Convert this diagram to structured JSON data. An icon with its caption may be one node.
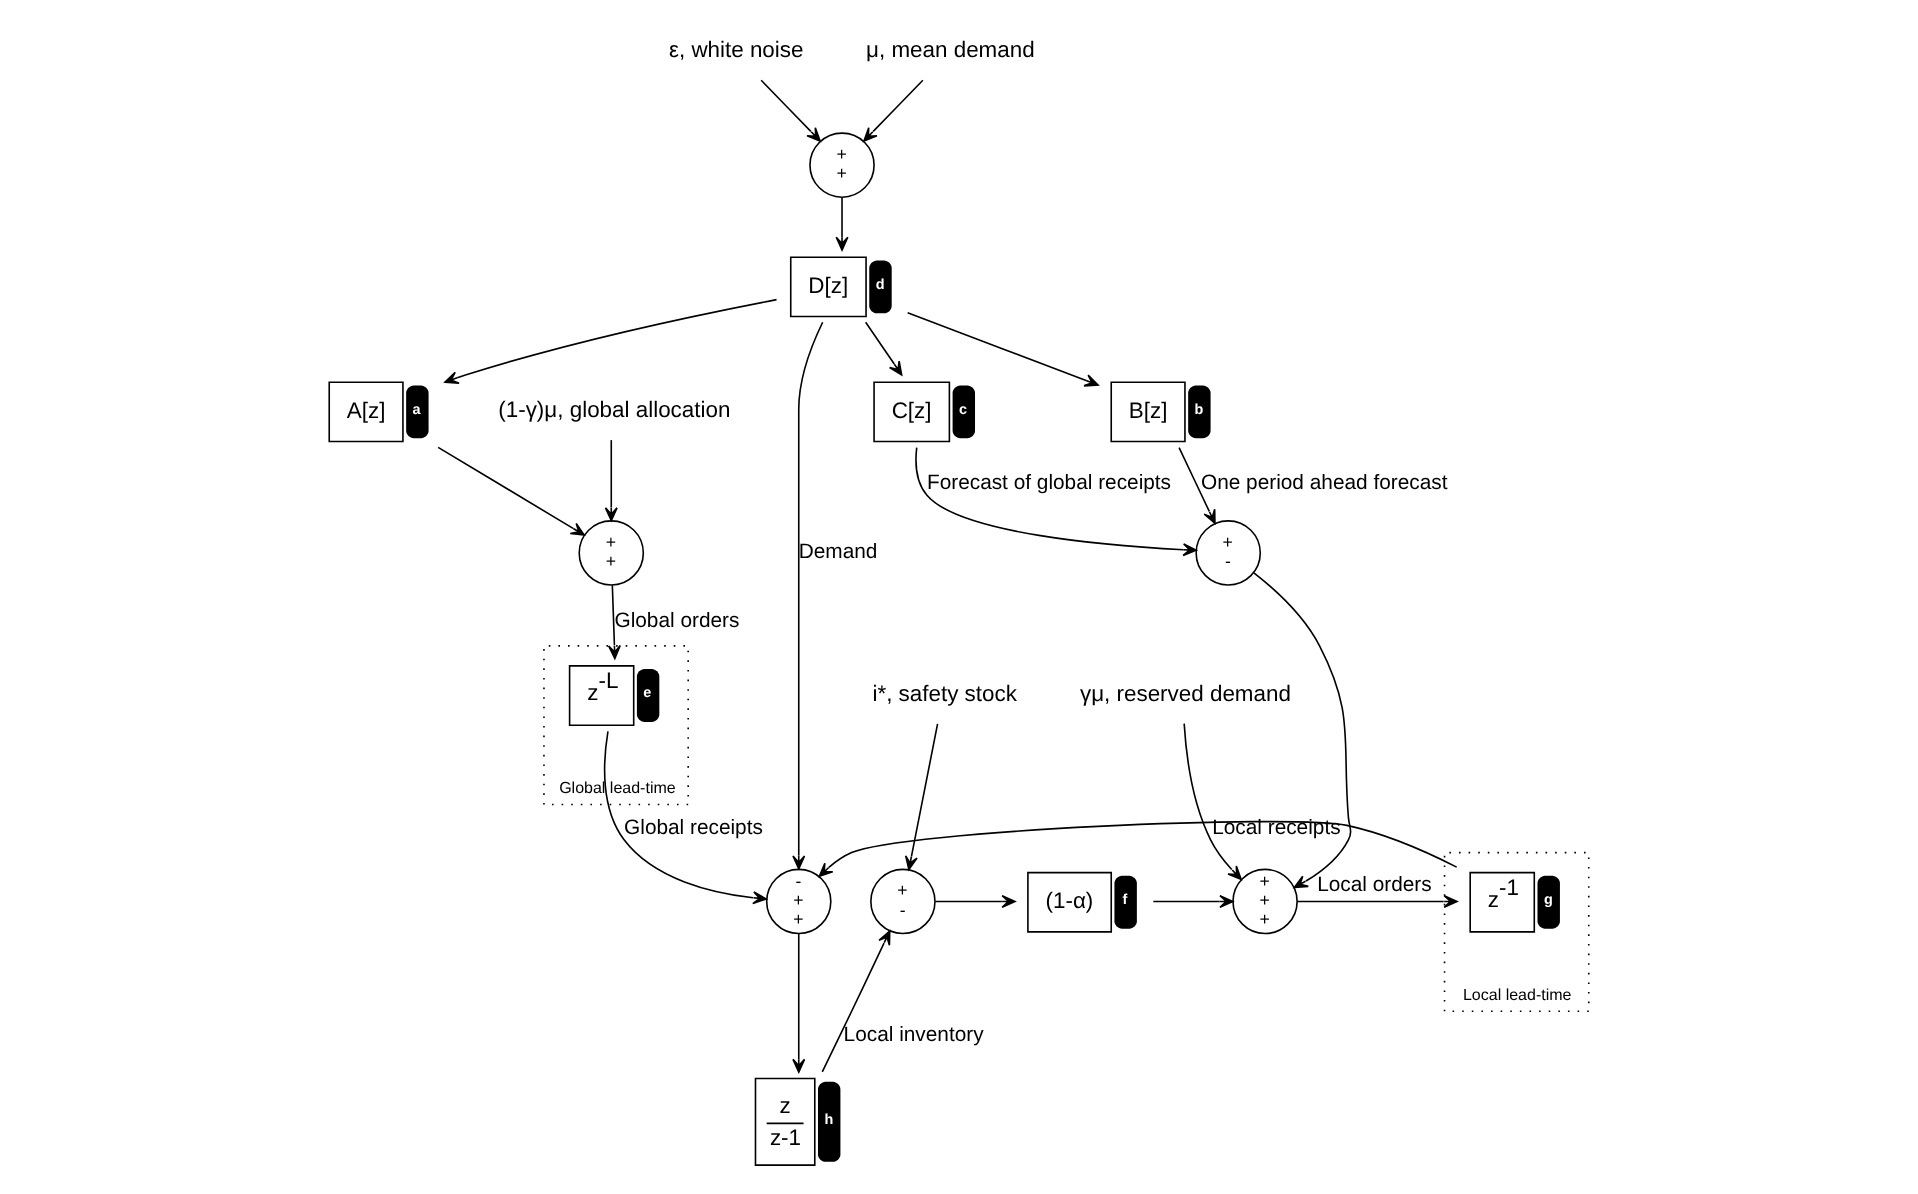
{
  "diagram": {
    "nodes": [
      {
        "text": [
          "ε, white noise"
        ]
      },
      {
        "text": [
          "+",
          "+"
        ]
      },
      {
        "text": [
          "μ, mean demand"
        ]
      },
      {
        "text": [
          "D[z]"
        ],
        "beside": [
          "d"
        ]
      },
      {
        "text": [
          "A[z]"
        ],
        "beside": [
          "a"
        ]
      },
      {
        "text": [
          "B[z]"
        ],
        "beside": [
          "b"
        ]
      },
      {
        "text": [
          "C[z]"
        ],
        "beside": [
          "c"
        ]
      },
      {
        "text": [
          "(1-γ)μ, global allocation"
        ]
      },
      {
        "text": [
          "+",
          "+"
        ]
      },
      {
        "text": [
          "i*, safety stock"
        ]
      },
      {
        "text": [
          "+",
          "-"
        ]
      },
      {
        "text": [
          "+",
          "-"
        ]
      },
      {
        "text": [
          "(1-α)"
        ],
        "beside": [
          "f"
        ]
      },
      {
        "text": [
          "+",
          "+",
          "+"
        ]
      },
      {
        "text": [
          "γμ, reserved demand"
        ]
      },
      {
        "text": [
          "Local lead-time"
        ]
      },
      {
        "text": [
          "z$^{-1}$"
        ],
        "beside": [
          "g"
        ],
        "in": 15
      },
      {
        "text": [
          "Global lead-time"
        ]
      },
      {
        "text": [
          "z$^{-L}$"
        ],
        "beside": [
          "e"
        ],
        "in": 17
      },
      {
        "text": [
          "-",
          "+",
          "+"
        ]
      },
      {
        "text": [
          "z",
          "z-1"
        ],
        "beside": [
          "h"
        ]
      }
    ],
    "edges": [
      {
        "from": 0,
        "to": 1,
        "arrow": "to"
      },
      {
        "from": 2,
        "to": 1,
        "arrow": "to"
      },
      {
        "from": 1,
        "to": 3,
        "arrow": "to"
      },
      {
        "from": 3,
        "to": 4,
        "arrow": "to"
      },
      {
        "from": 3,
        "to": 5,
        "arrow": "to"
      },
      {
        "from": 3,
        "to": 6,
        "arrow": "to"
      },
      {
        "from": 3,
        "to": 19,
        "arrow": "to",
        "label": "Demand"
      },
      {
        "from": 4,
        "to": 8,
        "arrow": "to"
      },
      {
        "from": 7,
        "to": 8,
        "arrow": "to"
      },
      {
        "from": 8,
        "to": 18,
        "arrow": "to",
        "label": "Global orders"
      },
      {
        "from": 5,
        "to": 11,
        "arrow": "to",
        "label": "One period ahead forecast"
      },
      {
        "from": 6,
        "to": 11,
        "arrow": "to",
        "label": "Forecast of global receipts"
      },
      {
        "from": 9,
        "to": 10,
        "arrow": "to"
      },
      {
        "from": 10,
        "to": 12,
        "arrow": "to"
      },
      {
        "from": 12,
        "to": 13,
        "arrow": "to"
      },
      {
        "from": 11,
        "to": 13,
        "arrow": "to"
      },
      {
        "from": 14,
        "to": 13,
        "arrow": "to"
      },
      {
        "from": 13,
        "to": 16,
        "arrow": "to",
        "label": "Local orders"
      },
      {
        "from": 16,
        "to": 19,
        "arrow": "to",
        "label": "Local receipts"
      },
      {
        "from": 18,
        "to": 19,
        "arrow": "to",
        "label": "Global receipts"
      },
      {
        "from": 19,
        "to": 20,
        "arrow": "to"
      },
      {
        "from": 20,
        "to": 10,
        "arrow": "to",
        "label": "Local inventory"
      }
    ]
  }
}
